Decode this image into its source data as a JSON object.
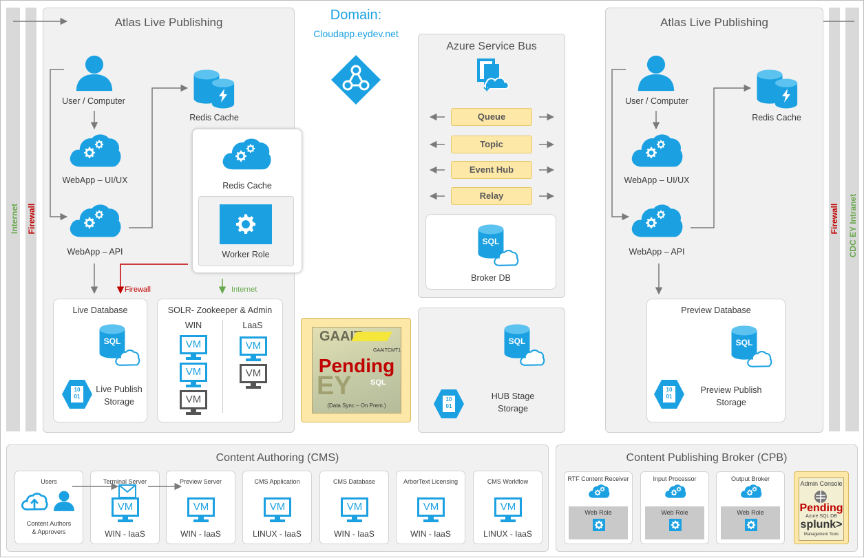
{
  "domain": {
    "label": "Domain:",
    "host": "Cloudapp.eydev.net"
  },
  "edges": {
    "left_outer": "Internet",
    "left_inner": "Firewall",
    "right_inner": "Firewall",
    "right_outer": "CDC EY Intranet"
  },
  "left_panel": {
    "title": "Atlas Live Publishing",
    "user": "User / Computer",
    "webapp_ui": "WebApp – UI/UX",
    "webapp_api": "WebApp – API",
    "redis_top": "Redis Cache",
    "redis_box": "Redis Cache",
    "worker_role": "Worker Role",
    "firewall_arrow": "Firewall",
    "internet_arrow": "Internet",
    "live_db": {
      "title": "Live Database",
      "sql": "SQL",
      "storage_line1": "Live Publish",
      "storage_line2": "Storage",
      "storage_icon": "10\n01"
    },
    "solr": {
      "title": "SOLR- Zookeeper & Admin",
      "col_win": "WIN",
      "col_laas": "LaaS",
      "vm": "VM"
    }
  },
  "service_bus": {
    "title": "Azure Service Bus",
    "items": [
      "Queue",
      "Topic",
      "Event Hub",
      "Relay"
    ],
    "broker_db": "Broker DB",
    "sql": "SQL"
  },
  "pending_box": {
    "gaait": "GAAIT",
    "tag": "GAAITCMT1",
    "pending": "Pending",
    "ey": "EY",
    "sql": "SQL",
    "caption": "(Data Sync – On Prem.)"
  },
  "hub_stage": {
    "sql": "SQL",
    "line1": "HUB Stage",
    "line2": "Storage",
    "storage_icon": "10\n01"
  },
  "right_panel": {
    "title": "Atlas Live Publishing",
    "user": "User / Computer",
    "redis": "Redis Cache",
    "webapp_ui": "WebApp – UI/UX",
    "webapp_api": "WebApp – API",
    "preview_db": {
      "title": "Preview Database",
      "sql": "SQL",
      "storage_line1": "Preview Publish",
      "storage_line2": "Storage",
      "storage_icon": "10\n01"
    }
  },
  "cms": {
    "title": "Content Authoring (CMS)",
    "users": {
      "title": "Users",
      "caption1": "Content Authors",
      "caption2": "& Approvers"
    },
    "cards": [
      {
        "title": "Terminal Server",
        "os": "WIN  -  IaaS",
        "vm": "VM"
      },
      {
        "title": "Preview Server",
        "os": "WIN  -  IaaS",
        "vm": "VM"
      },
      {
        "title": "CMS Application",
        "os": "LINUX -  IaaS",
        "vm": "VM"
      },
      {
        "title": "CMS Database",
        "os": "WIN -  IaaS",
        "vm": "VM"
      },
      {
        "title": "ArborText Licensing",
        "os": "WIN -  IaaS",
        "vm": "VM"
      },
      {
        "title": "CMS Workflow",
        "os": "LINUX -  IaaS",
        "vm": "VM"
      }
    ]
  },
  "cpb": {
    "title": "Content Publishing Broker (CPB)",
    "cards": [
      {
        "title": "RTF Content Receiver",
        "role": "Web Role"
      },
      {
        "title": "Input Processor",
        "role": "Web Role"
      },
      {
        "title": "Output Broker",
        "role": "Web Role"
      }
    ],
    "admin": {
      "title": "Admin Console",
      "pending": "Pending",
      "sql": "Azure SQL DB",
      "splunk": "splunk>",
      "tools": "Management Tools"
    }
  },
  "colors": {
    "azure": "#1ba1e2",
    "firewall": "#c00000",
    "internet": "#6aa84f",
    "pill": "#fde8a7",
    "pending_bg": "#fde8a7",
    "pending_red": "#c00000"
  }
}
